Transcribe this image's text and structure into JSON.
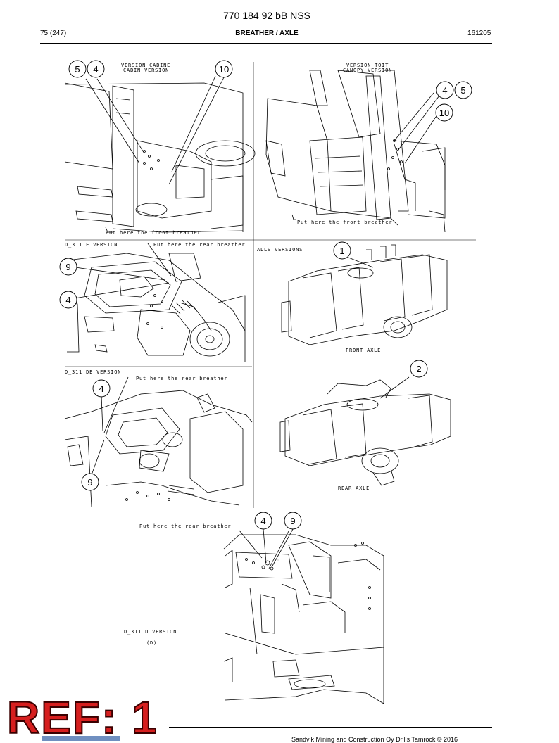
{
  "header": {
    "document_number": "770 184 92 bB NSS",
    "page": "75 (247)",
    "section": "BREATHER / AXLE",
    "date_code": "161205"
  },
  "views": {
    "cabin": {
      "label_fr": "VERSION CABINE",
      "label_en": "CABIN VERSION",
      "note": "Put here the front breather"
    },
    "canopy": {
      "label_fr": "VERSION TOIT",
      "label_en": "CANOPY VERSION",
      "note": "Put here the front breather"
    },
    "e_version": {
      "label": "D_311 E VERSION",
      "note": "Put here the rear breather"
    },
    "all_versions": {
      "label": "ALLS VERSIONS",
      "front_axle": "FRONT AXLE",
      "rear_axle": "REAR AXLE"
    },
    "de_version": {
      "label": "D_311 DE VERSION",
      "note": "Put here the rear breather"
    },
    "d_version": {
      "label": "D_311 D VERSION",
      "sub": "(D)",
      "note": "Put here the rear breather"
    }
  },
  "callouts": {
    "c5": "5",
    "c4": "4",
    "c10": "10",
    "c4b": "4",
    "c5b": "5",
    "c10b": "10",
    "c1": "1",
    "c9a": "9",
    "c4c": "4",
    "c2": "2",
    "c4d": "4",
    "c9b": "9",
    "c4e": "4",
    "c9c": "9"
  },
  "stamp": "REF: 1",
  "footer": "Sandvik Mining and Construction Oy Drills Tamrock © 2016"
}
